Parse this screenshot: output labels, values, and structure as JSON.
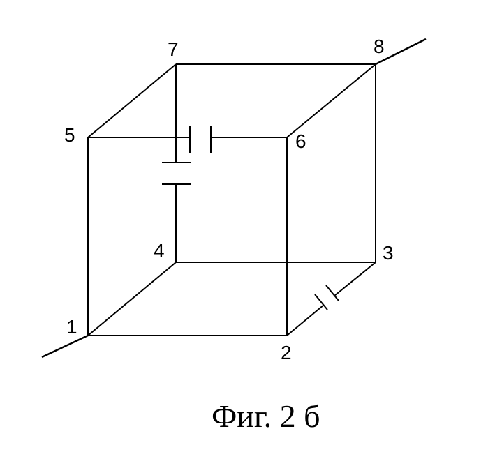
{
  "nodes": [
    {
      "id": "1",
      "label": "1"
    },
    {
      "id": "2",
      "label": "2"
    },
    {
      "id": "3",
      "label": "3"
    },
    {
      "id": "4",
      "label": "4"
    },
    {
      "id": "5",
      "label": "5"
    },
    {
      "id": "6",
      "label": "6"
    },
    {
      "id": "7",
      "label": "7"
    },
    {
      "id": "8",
      "label": "8"
    }
  ],
  "edges": [
    {
      "from": "1",
      "to": "2"
    },
    {
      "from": "1",
      "to": "4"
    },
    {
      "from": "1",
      "to": "5"
    },
    {
      "from": "2",
      "to": "3",
      "element": "capacitor"
    },
    {
      "from": "2",
      "to": "6"
    },
    {
      "from": "3",
      "to": "4"
    },
    {
      "from": "3",
      "to": "8"
    },
    {
      "from": "4",
      "to": "7",
      "element": "capacitor"
    },
    {
      "from": "5",
      "to": "6",
      "element": "capacitor"
    },
    {
      "from": "5",
      "to": "7"
    },
    {
      "from": "6",
      "to": "8"
    },
    {
      "from": "7",
      "to": "8"
    }
  ],
  "terminals": [
    "1",
    "8"
  ],
  "caption": "Фиг. 2 б"
}
